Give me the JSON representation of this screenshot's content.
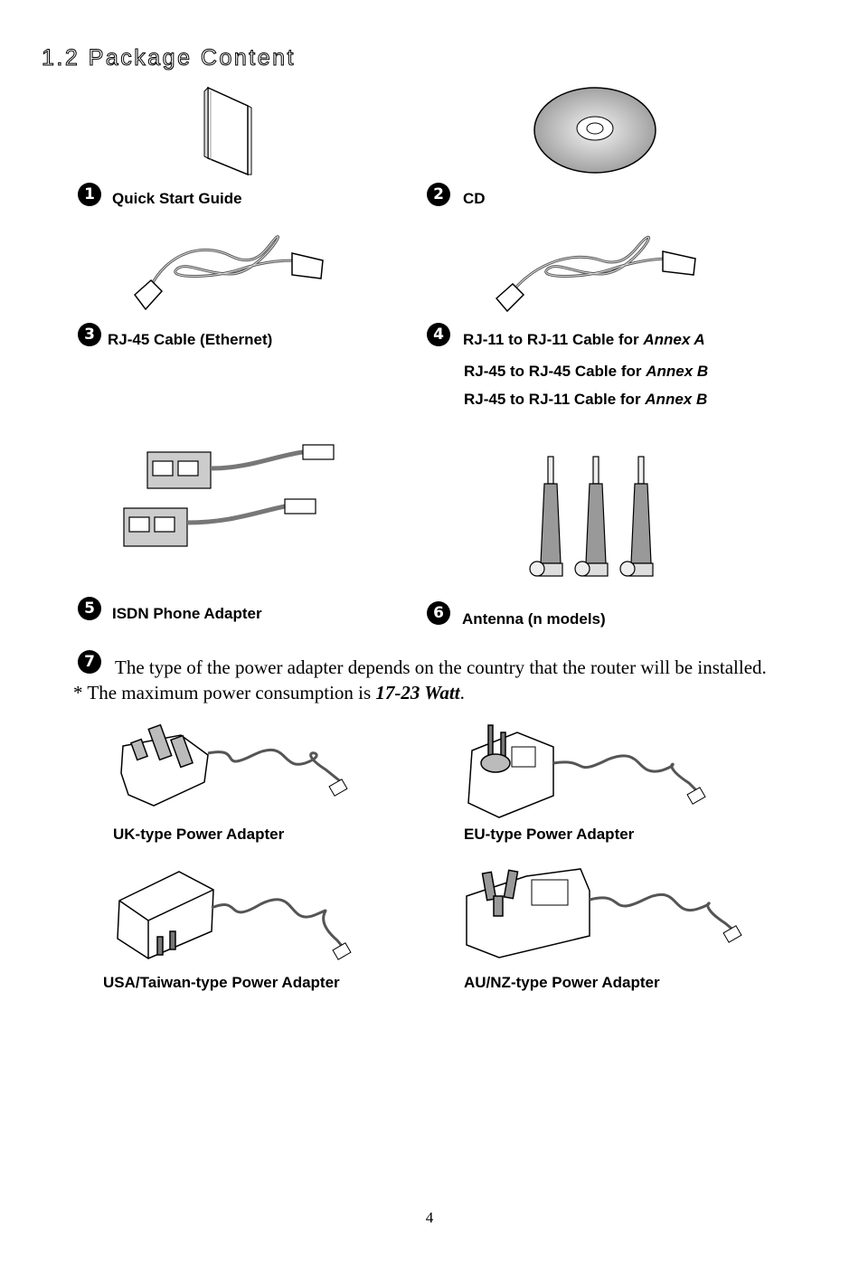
{
  "section": {
    "title": "1.2 Package Content"
  },
  "items": [
    {
      "number": "1",
      "label": "Quick Start Guide"
    },
    {
      "number": "2",
      "label": "CD"
    },
    {
      "number": "3",
      "label": "RJ-45 Cable (Ethernet)"
    },
    {
      "number": "4",
      "lines": [
        {
          "text": "RJ-11 to RJ-11 Cable for ",
          "annex": "Annex A"
        },
        {
          "text": "RJ-45 to RJ-45 Cable for ",
          "annex": "Annex B"
        },
        {
          "text": "RJ-45 to RJ-11 Cable for ",
          "annex": "Annex B"
        }
      ]
    },
    {
      "number": "5",
      "label": "ISDN Phone Adapter"
    },
    {
      "number": "6",
      "label": "Antenna (n models)"
    },
    {
      "number": "7",
      "text": "The type of the power adapter depends on the country that the router will be installed."
    }
  ],
  "power_note": {
    "prefix": "* The maximum power consumption is ",
    "value": "17-23 Watt",
    "suffix": "."
  },
  "adapters": [
    {
      "label": "UK-type Power Adapter"
    },
    {
      "label": "EU-type Power Adapter"
    },
    {
      "label": "USA/Taiwan-type Power Adapter"
    },
    {
      "label": "AU/NZ-type Power Adapter"
    }
  ],
  "icons": [
    "booklet-icon",
    "cd-icon",
    "ethernet-cable-icon",
    "phone-cable-icon",
    "isdn-adapter-icon",
    "antenna-icon",
    "power-adapter-icon"
  ],
  "page_number": "4"
}
